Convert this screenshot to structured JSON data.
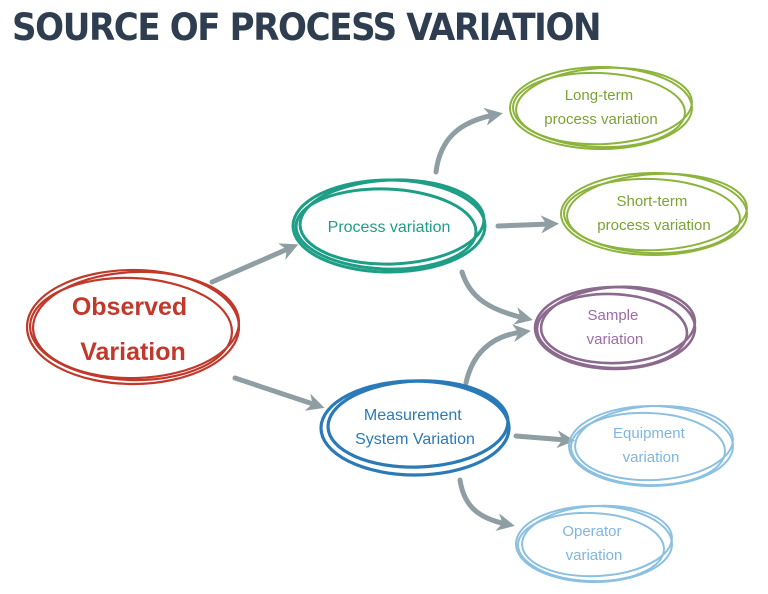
{
  "title": "SOURCE OF PROCESS VARIATION",
  "colors": {
    "title": "#2e3d4f",
    "arrow": "#8e9ea2",
    "observed": "#c0392b",
    "process": "#1e9e86",
    "measurement": "#2a7ab8",
    "long_short": "#8cb43c",
    "sample": "#8b6a8e",
    "equip_oper": "#8cc0e0"
  },
  "nodes": {
    "observed": {
      "line1": "Observed",
      "line2": "Variation"
    },
    "process": {
      "line1": "Process variation"
    },
    "measurement": {
      "line1": "Measurement",
      "line2": "System Variation"
    },
    "long_term": {
      "line1": "Long-term",
      "line2": "process variation"
    },
    "short_term": {
      "line1": "Short-term",
      "line2": "process variation"
    },
    "sample": {
      "line1": "Sample",
      "line2": "variation"
    },
    "equipment": {
      "line1": "Equipment",
      "line2": "variation"
    },
    "operator": {
      "line1": "Operator",
      "line2": "variation"
    }
  }
}
